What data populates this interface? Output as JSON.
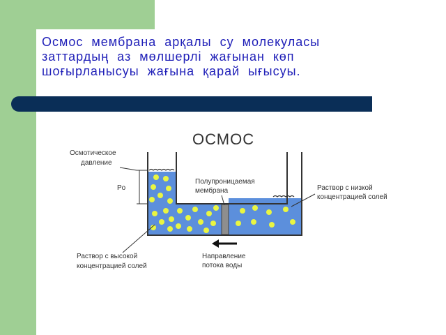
{
  "slide": {
    "title_line1": "Осмос  мембрана  арқалы  су  молекуласы",
    "title_line2": "заттардың  аз  мөлшерлі  жағынан  көп",
    "title_line3": "шоғырланысуы  жағына  қарай   ығысуы."
  },
  "diagram": {
    "heading": "ОСМОС",
    "osmotic_pressure_line1": "Осмотическое",
    "osmotic_pressure_line2": "давление",
    "p0_symbol": "Po",
    "membrane_line1": "Полупроницаемая",
    "membrane_line2": "мембрана",
    "low_conc_line1": "Раствор с низкой",
    "low_conc_line2": "концентрацией солей",
    "high_conc_line1": "Раствор с высокой",
    "high_conc_line2": "концентрацией солей",
    "flow_line1": "Направление",
    "flow_line2": "потока воды"
  },
  "colors": {
    "accent_green": "#9fcf94",
    "title_blue": "#1f1fb8",
    "rule_navy": "#0a2e57",
    "water": "#5c8fdc",
    "particle": "#e9f542",
    "membrane": "#8e8e8e"
  }
}
